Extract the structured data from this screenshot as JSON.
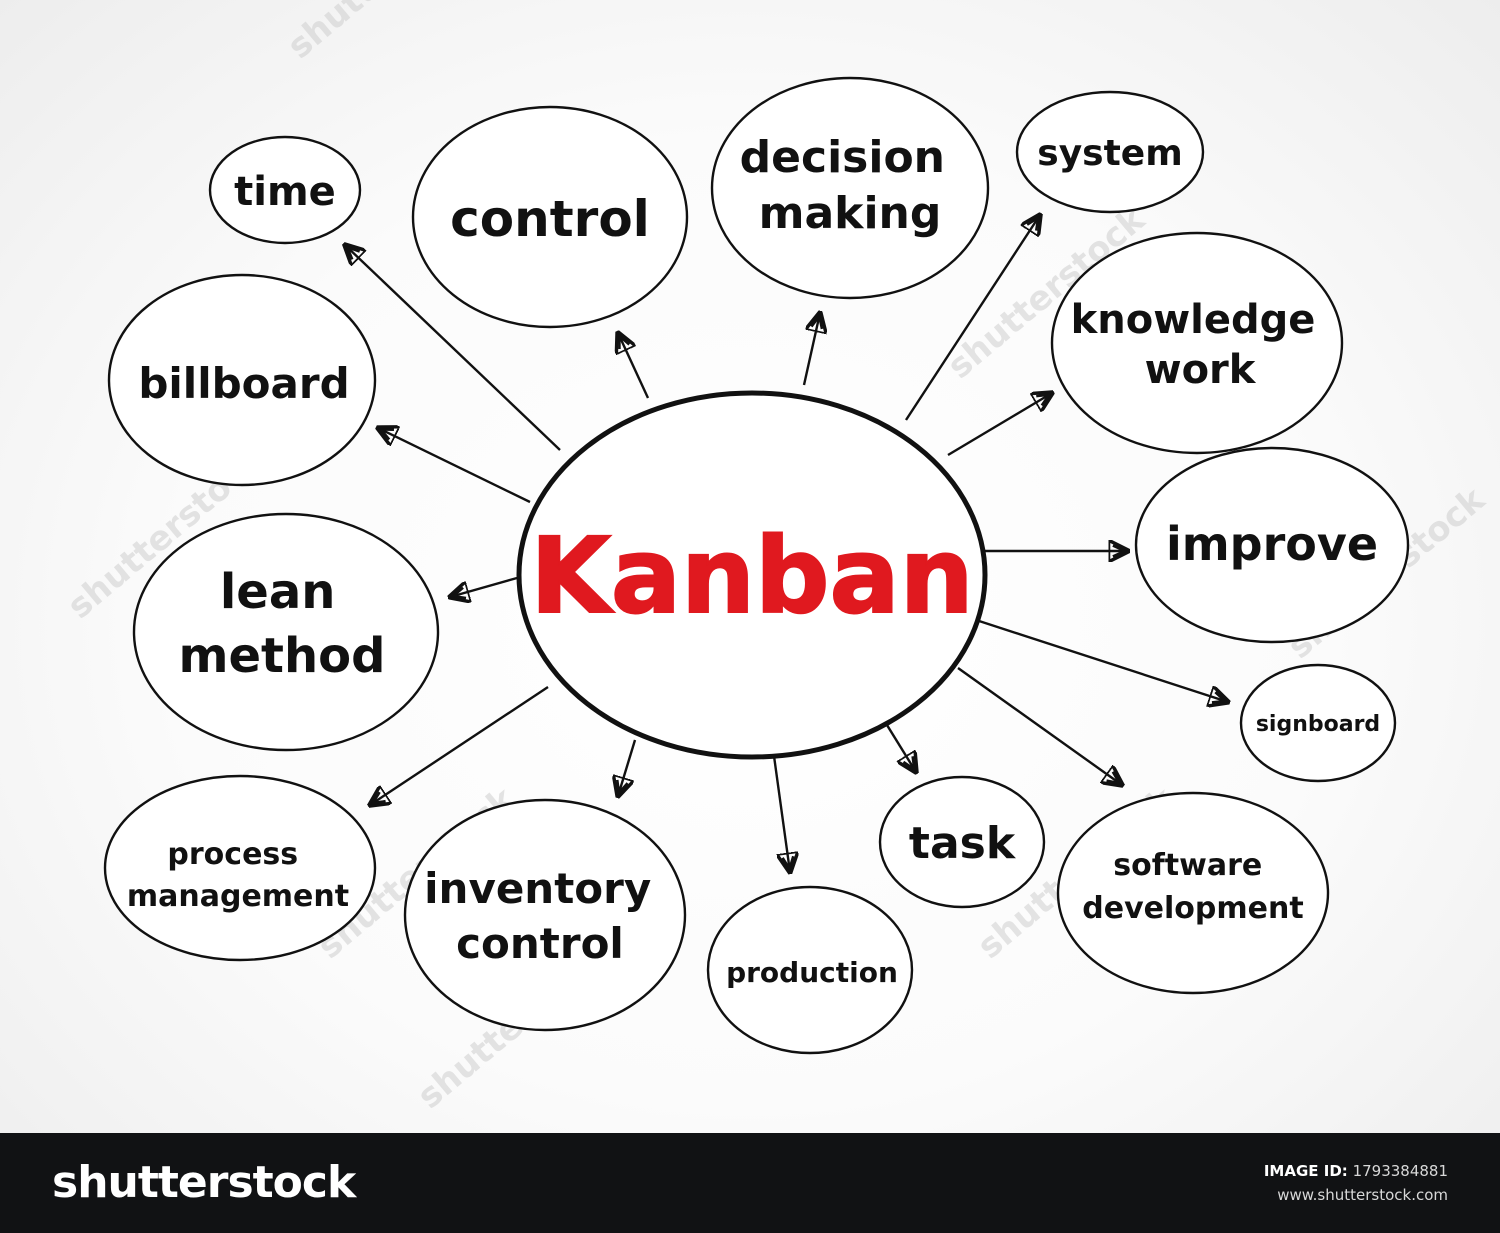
{
  "center": {
    "label": "Kanban",
    "color": "#e0191f"
  },
  "nodes": [
    {
      "id": "time",
      "lines": [
        "time"
      ]
    },
    {
      "id": "control",
      "lines": [
        "control"
      ]
    },
    {
      "id": "decision-making",
      "lines": [
        "decision",
        "making"
      ]
    },
    {
      "id": "system",
      "lines": [
        "system"
      ]
    },
    {
      "id": "knowledge-work",
      "lines": [
        "knowledge",
        "work"
      ]
    },
    {
      "id": "billboard",
      "lines": [
        "billboard"
      ]
    },
    {
      "id": "improve",
      "lines": [
        "improve"
      ]
    },
    {
      "id": "lean-method",
      "lines": [
        "lean",
        "method"
      ]
    },
    {
      "id": "signboard",
      "lines": [
        "signboard"
      ]
    },
    {
      "id": "process-management",
      "lines": [
        "process",
        "management"
      ]
    },
    {
      "id": "inventory-control",
      "lines": [
        "inventory",
        "control"
      ]
    },
    {
      "id": "production",
      "lines": [
        "production"
      ]
    },
    {
      "id": "task",
      "lines": [
        "task"
      ]
    },
    {
      "id": "software-development",
      "lines": [
        "software",
        "development"
      ]
    }
  ],
  "footer": {
    "logo": "shutterstock",
    "image_id_label": "IMAGE ID:",
    "image_id": "1793384881",
    "site": "www.shutterstock.com"
  }
}
